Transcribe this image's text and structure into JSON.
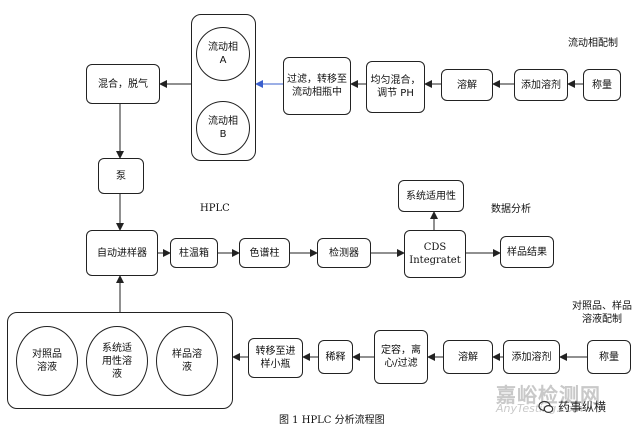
{
  "section_labels": {
    "mobile_phase_prep": "流动相配制",
    "hplc": "HPLC",
    "data_analysis": "数据分析",
    "ref_sample_prep": "对照品、样品\n溶液配制"
  },
  "top_row": {
    "weigh": "称量",
    "add_solvent": "添加溶剂",
    "dissolve": "溶解",
    "mix_adjust_ph": "均匀混合，\n调节 PH",
    "filter_transfer": "过滤，转移至\n流动相瓶中",
    "mobile_phase_a": "流动相\nA",
    "mobile_phase_b": "流动相\nB",
    "mix_degas": "混合，脱气",
    "pump": "泵"
  },
  "middle_row": {
    "autosampler": "自动进样器",
    "column_oven": "柱温箱",
    "column": "色谱柱",
    "detector": "检测器",
    "cds": "CDS\nIntegratet",
    "system_suitability": "系统适用性",
    "sample_result": "样品结果"
  },
  "bottom_row": {
    "weigh": "称量",
    "add_solvent": "添加溶剂",
    "dissolve": "溶解",
    "volume_centrifuge_filter": "定容，离\n心/过滤",
    "dilute": "稀释",
    "transfer_vial": "转移至进\n样小瓶",
    "ref_solution": "对照品\n溶液",
    "sys_suit_solution": "系统适\n用性溶\n液",
    "sample_solution": "样品溶\n液"
  },
  "caption": "图 1 HPLC 分析流程图",
  "watermark": {
    "brand": "嘉峪检测网",
    "url": "AnyTesting.com",
    "account": "药事纵横"
  },
  "colors": {
    "arrow": "#222222",
    "blue_arrow": "#3a5fcd",
    "watermark": "#c9c9c9"
  }
}
